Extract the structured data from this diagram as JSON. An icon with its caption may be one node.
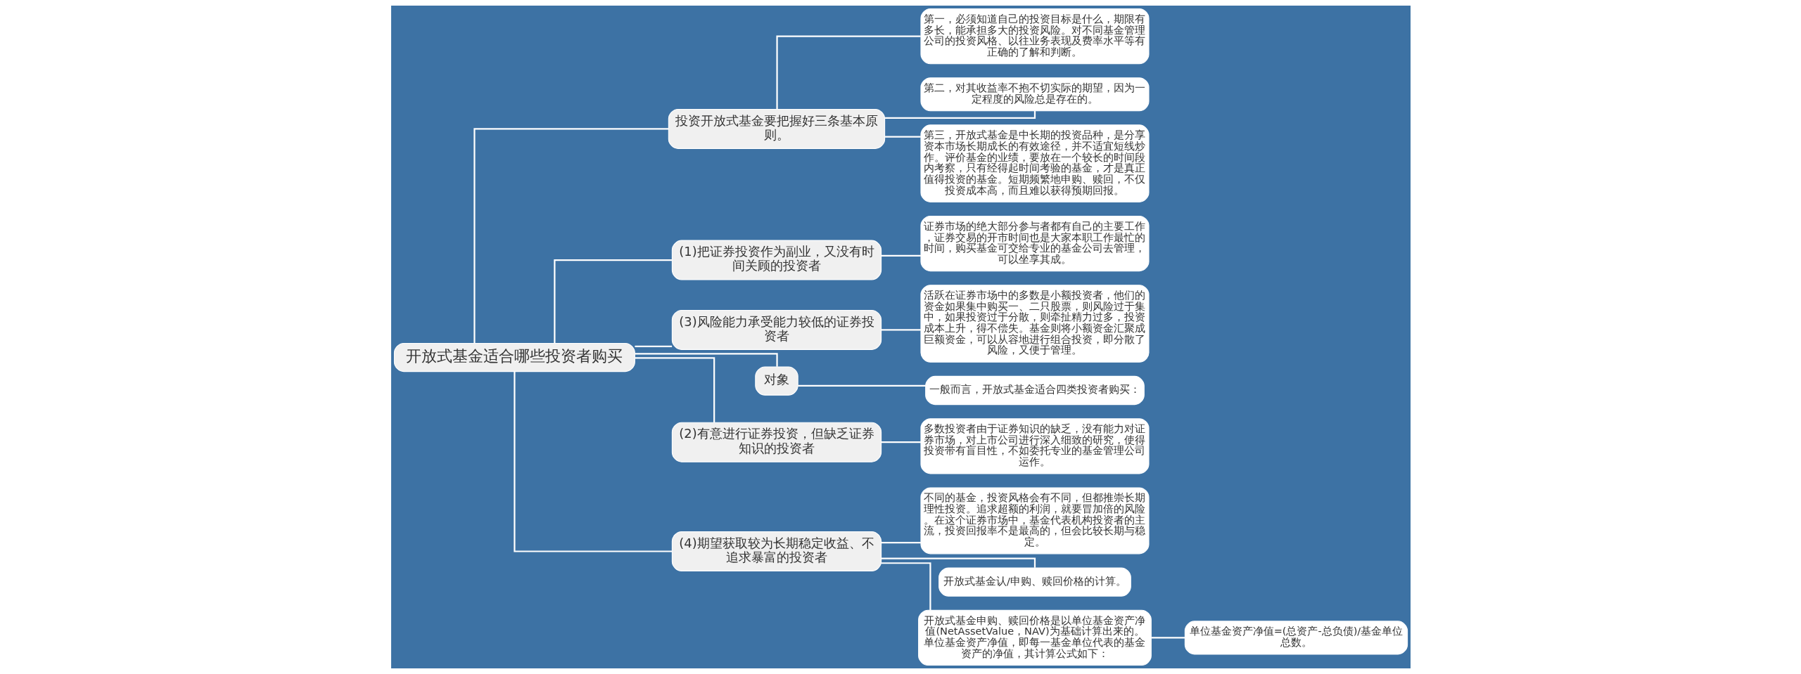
{
  "diagram": {
    "nodes": [
      {
        "text": [
          "开放式基金适合哪些投资者购买"
        ]
      },
      {
        "text": [
          "投资开放式基金要把握好三条基本原则。"
        ]
      },
      {
        "text": [
          "第一，必须知道自己的投资目标是什么，期限有多长，能承担多大的投资风险。对不同基金管理公司的投资风格、以往业务表现及费率水平等有正确的了解和判断。"
        ]
      },
      {
        "text": [
          "第二，对其收益率不抱不切实际的期望，因为一定程度的风险总是存在的。"
        ]
      },
      {
        "text": [
          "第三，开放式基金是中长期的投资品种，是分享资本市场长期成长的有效途径，并不适宜短线炒作。评价基金的业绩，要放在一个较长的时间段内考察，只有经得起时间考验的基金，才是真正值得投资的基金。短期频繁地申购、赎回，不仅投资成本高，而且难以获得预期回报。"
        ]
      },
      {
        "text": [
          "(1)把证券投资作为副业，又没有时间关顾的投资者"
        ]
      },
      {
        "text": [
          "证券市场的绝大部分参与者都有自己的主要工作，证券交易的开市时间也是大家本职工作最忙的时间，购买基金可交给专业的基金公司去管理，可以坐享其成。"
        ]
      },
      {
        "text": [
          "(3)风险能力承受能力较低的证券投资者"
        ]
      },
      {
        "text": [
          "活跃在证券市场中的多数是小额投资者，他们的资金如果集中购买一、二只股票，则风险过于集中，如果投资过于分散，则牵扯精力过多，投资成本上升，得不偿失。基金则将小额资金汇聚成巨额资金，可以从容地进行组合投资，即分散了风险，又便于管理。"
        ]
      },
      {
        "text": [
          "对象"
        ]
      },
      {
        "text": [
          "一般而言，开放式基金适合四类投资者购买："
        ]
      },
      {
        "text": [
          "(2)有意进行证券投资，但缺乏证券知识的投资者"
        ]
      },
      {
        "text": [
          "多数投资者由于证券知识的缺乏，没有能力对证券市场，对上市公司进行深入细致的研究，使得投资带有盲目性，不如委托专业的基金管理公司运作。"
        ]
      },
      {
        "text": [
          "(4)期望获取较为长期稳定收益、不追求暴富的投资者"
        ]
      },
      {
        "text": [
          "不同的基金，投资风格会有不同，但都推崇长期理性投资。追求超额的利润，就要冒加倍的风险。在这个证券市场中，基金代表机构投资者的主流，投资回报率不是最高的，但会比较长期与稳定。"
        ]
      },
      {
        "text": [
          "开放式基金认/申购、赎回价格的计算。"
        ]
      },
      {
        "text": [
          "开放式基金申购、赎回价格是以单位基金资产净值(NetAssetValue，NAV)为基础计算出来的。单位基金资产净值，即每一基金单位代表的基金资产的净值，其计算公式如下："
        ]
      },
      {
        "text": [
          "单位基金资产净值=(总资产-总负债)/基金单位总数。"
        ]
      }
    ],
    "edges": [
      {
        "from": 0,
        "to": 1,
        "arrow": "none"
      },
      {
        "from": 1,
        "to": 2,
        "arrow": "none"
      },
      {
        "from": 1,
        "to": 3,
        "arrow": "none"
      },
      {
        "from": 1,
        "to": 4,
        "arrow": "none"
      },
      {
        "from": 0,
        "to": 5,
        "arrow": "none"
      },
      {
        "from": 5,
        "to": 6,
        "arrow": "none"
      },
      {
        "from": 0,
        "to": 7,
        "arrow": "none"
      },
      {
        "from": 7,
        "to": 8,
        "arrow": "none"
      },
      {
        "from": 0,
        "to": 9,
        "arrow": "none"
      },
      {
        "from": 9,
        "to": 10,
        "arrow": "none"
      },
      {
        "from": 0,
        "to": 11,
        "arrow": "none"
      },
      {
        "from": 11,
        "to": 12,
        "arrow": "none"
      },
      {
        "from": 0,
        "to": 13,
        "arrow": "none"
      },
      {
        "from": 13,
        "to": 14,
        "arrow": "none"
      },
      {
        "from": 13,
        "to": 15,
        "arrow": "none"
      },
      {
        "from": 13,
        "to": 16,
        "arrow": "none"
      },
      {
        "from": 16,
        "to": 17,
        "arrow": "none"
      }
    ]
  }
}
